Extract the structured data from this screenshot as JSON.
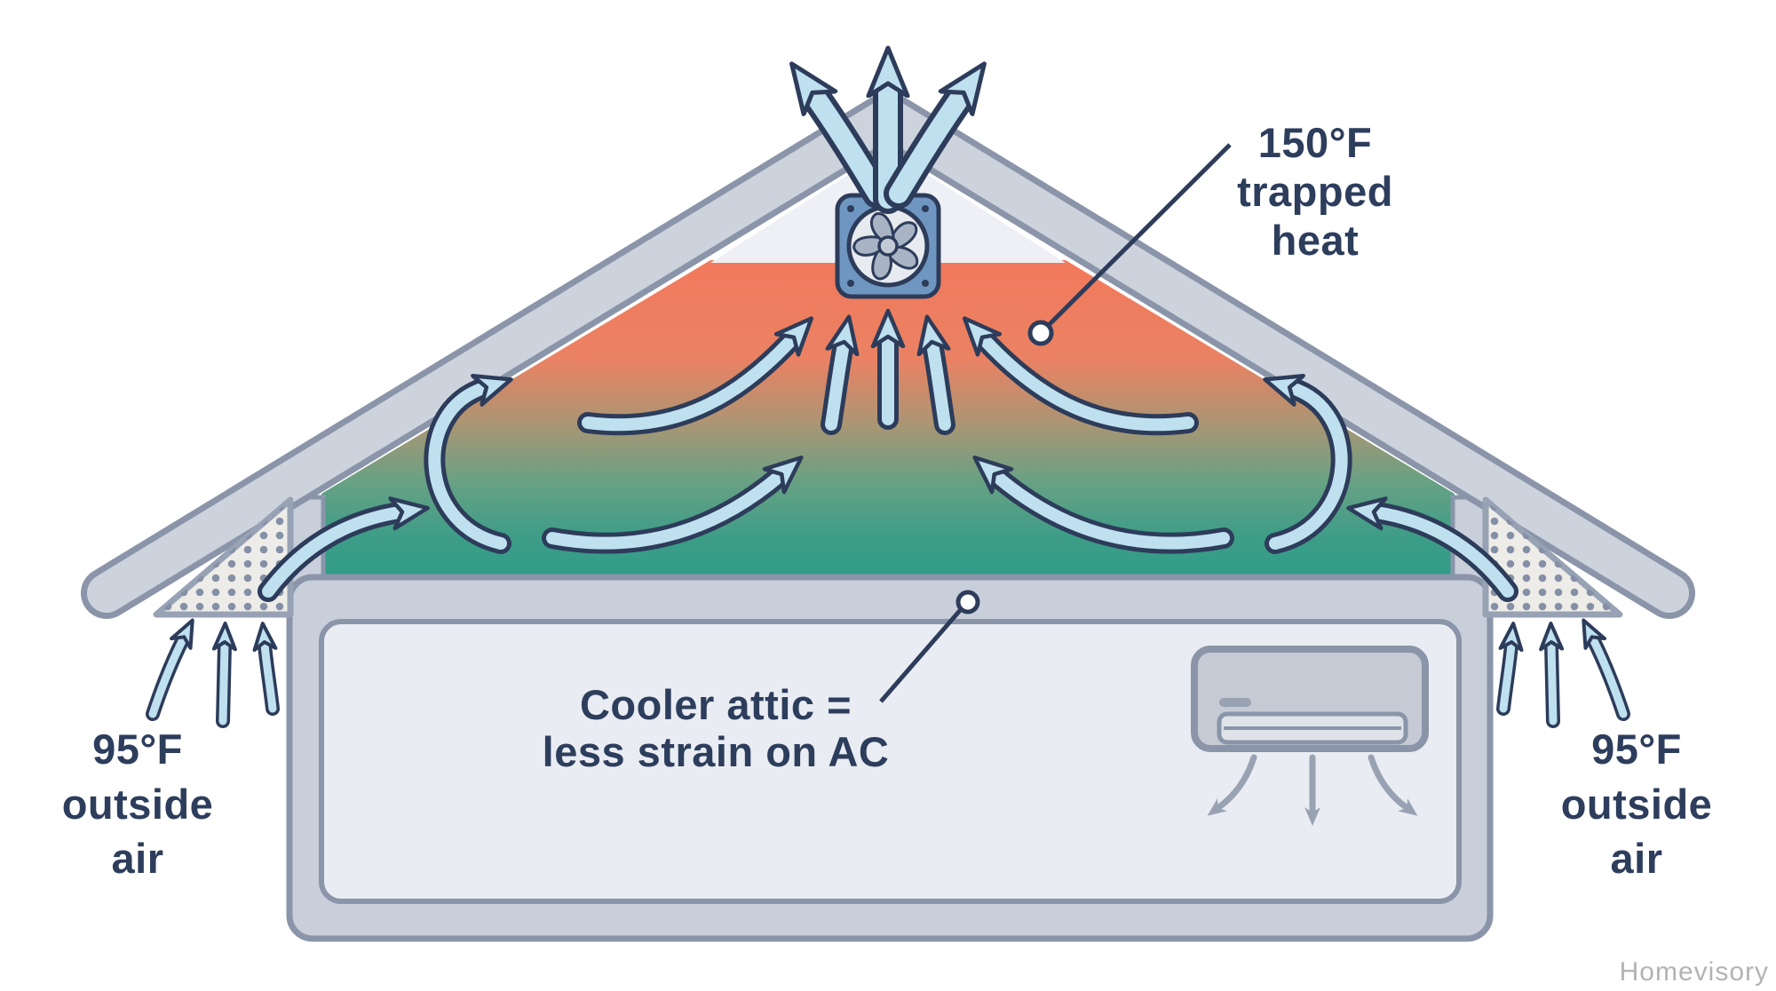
{
  "diagram": {
    "title_semantic": "attic-ventilation-cooling-diagram",
    "labels": {
      "trapped_heat": {
        "line1": "150°F",
        "line2": "trapped",
        "line3": "heat"
      },
      "cooler_attic": {
        "line1": "Cooler attic =",
        "line2": "less strain on AC"
      },
      "outside_air_left": {
        "line1": "95°F",
        "line2": "outside",
        "line3": "air"
      },
      "outside_air_right": {
        "line1": "95°F",
        "line2": "outside",
        "line3": "air"
      },
      "watermark": "Homevisory"
    },
    "colors": {
      "hot_attic_top": "#f2795c",
      "cool_attic_bottom": "#2e9c8a",
      "airflow_arrow_fill": "#bfe0ef",
      "outline_navy": "#2d3c5a",
      "roof_fill": "#cdd3dd",
      "structure_outline": "#8b95a9",
      "wall_fill": "#c9cfda",
      "interior_fill": "#e9ecf2",
      "fan_frame_blue": "#6e96c0",
      "ac_unit_gray": "#c5cad5",
      "text_navy": "#2d3d5c",
      "watermark_gray": "#b3b3b6"
    },
    "icons": {
      "fan": "exhaust-fan-icon",
      "ac": "ac-unit-icon",
      "soffit_left": "soffit-vent-icon",
      "soffit_right": "soffit-vent-icon",
      "airflow": "airflow-arrow-icon"
    }
  }
}
